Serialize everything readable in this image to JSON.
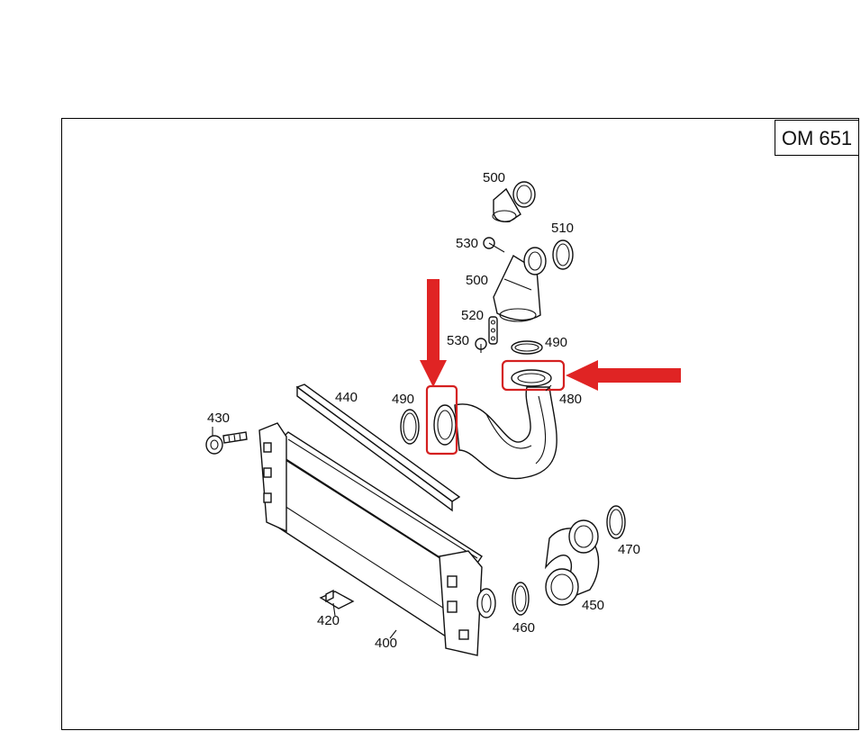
{
  "engine_label": "OM 651",
  "callouts": {
    "p400": "400",
    "p420": "420",
    "p430": "430",
    "p440": "440",
    "p450": "450",
    "p460": "460",
    "p470": "470",
    "p480": "480",
    "p490a": "490",
    "p490b": "490",
    "p500a": "500",
    "p500b": "500",
    "p510": "510",
    "p520": "520",
    "p530a": "530",
    "p530b": "530"
  },
  "colors": {
    "highlight": "#d42020",
    "arrow": "#e02424",
    "line": "#111111"
  },
  "icons": [
    "down-arrow-icon",
    "left-arrow-icon"
  ]
}
